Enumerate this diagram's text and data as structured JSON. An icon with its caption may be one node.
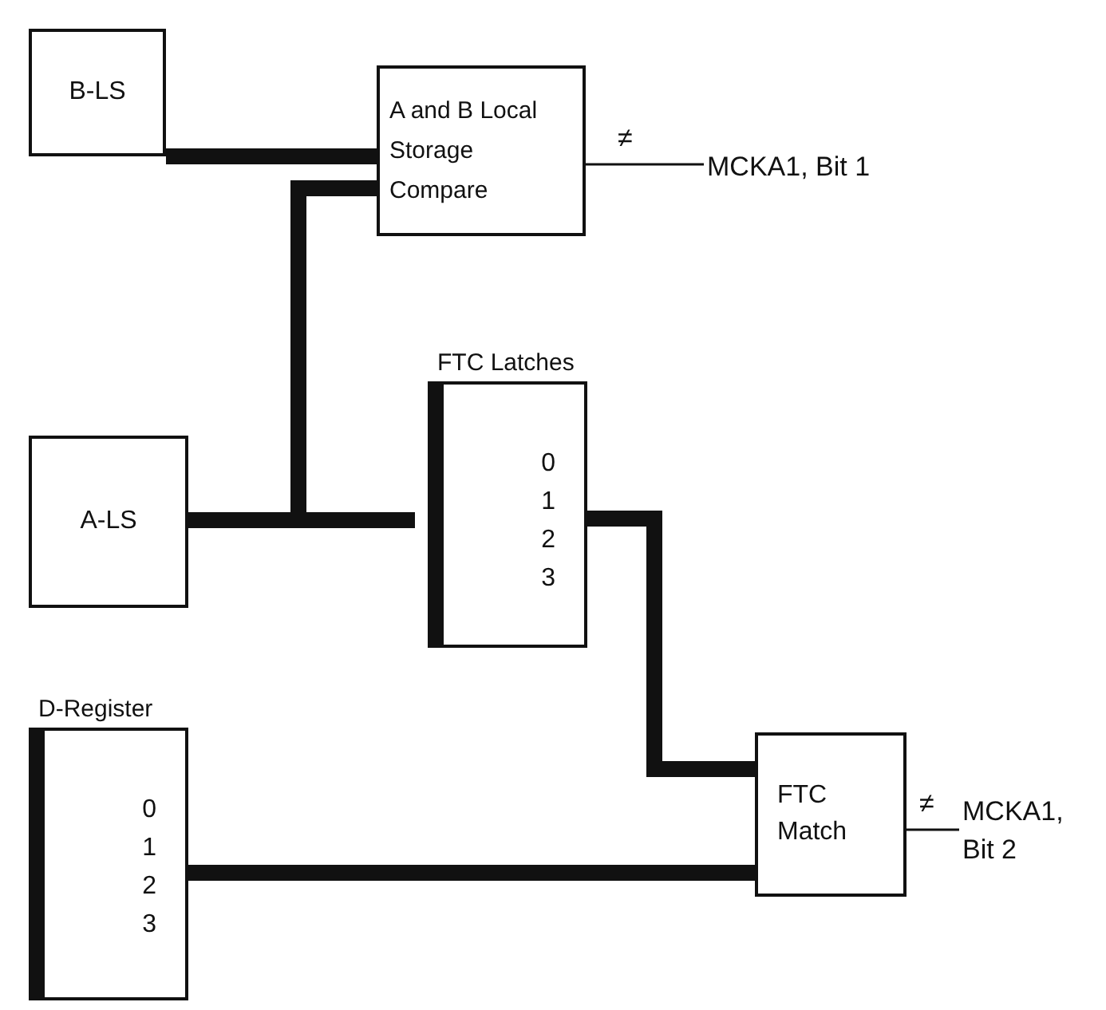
{
  "diagram": {
    "nodes": [
      {
        "text": [
          "B-LS"
        ]
      },
      {
        "text": [
          "A and B Local Storage Compare"
        ]
      },
      {
        "text": [
          "FTC Latches",
          "0 1 2 3"
        ]
      },
      {
        "text": [
          "A-LS"
        ]
      },
      {
        "text": [
          "D-Register",
          "0 1 2 3"
        ]
      },
      {
        "text": [
          "FTC Match"
        ]
      },
      {
        "text": [
          "MCKA1, Bit 1"
        ]
      },
      {
        "text": [
          "MCKA1, Bit 2"
        ]
      }
    ],
    "edges": [
      {
        "from": 0,
        "to": 1,
        "arrow": "none"
      },
      {
        "from": 3,
        "to": 2,
        "arrow": "none"
      },
      {
        "from": 3,
        "to": 1,
        "arrow": "none"
      },
      {
        "from": 2,
        "to": 5,
        "arrow": "none"
      },
      {
        "from": 4,
        "to": 5,
        "arrow": "none"
      },
      {
        "from": 1,
        "to": 6,
        "arrow": "none",
        "label": "≠"
      },
      {
        "from": 5,
        "to": 7,
        "arrow": "none",
        "label": "≠"
      }
    ]
  }
}
